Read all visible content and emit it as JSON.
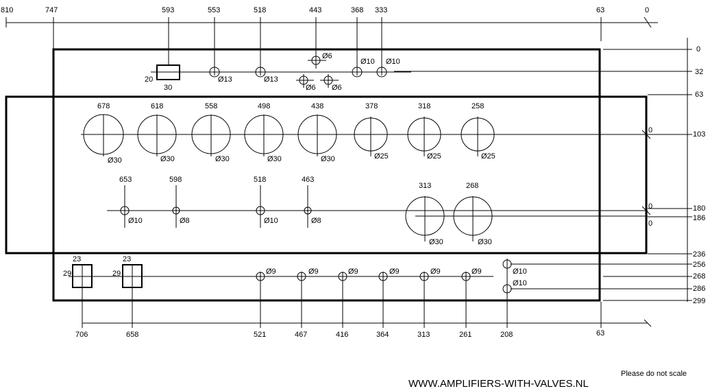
{
  "top_dims": [
    "810",
    "747",
    "593",
    "553",
    "518",
    "443",
    "368",
    "333",
    "63",
    "0"
  ],
  "right_dims": [
    "0",
    "32",
    "63",
    "103",
    "180",
    "186",
    "236",
    "256",
    "268",
    "286",
    "299"
  ],
  "bottom_dims": [
    "706",
    "658",
    "521",
    "467",
    "416",
    "364",
    "313",
    "261",
    "208",
    "63"
  ],
  "rect_labels": [
    "20",
    "30"
  ],
  "top_holes": [
    "Ø13",
    "Ø13",
    "Ø6",
    "Ø6",
    "Ø6",
    "Ø10",
    "Ø10"
  ],
  "valve_positions": [
    "678",
    "618",
    "558",
    "498",
    "438",
    "378",
    "318",
    "258"
  ],
  "valve_diams": [
    "Ø30",
    "Ø30",
    "Ø30",
    "Ø30",
    "Ø30",
    "Ø25",
    "Ø25",
    "Ø25"
  ],
  "small_positions": [
    "653",
    "598",
    "518",
    "463",
    "313",
    "268"
  ],
  "small_diams": [
    "Ø10",
    "Ø8",
    "Ø10",
    "Ø8",
    "Ø30",
    "Ø30"
  ],
  "zero_marks": [
    "0",
    "0",
    "0"
  ],
  "bottom_rect_labels": [
    "23",
    "29",
    "23",
    "29"
  ],
  "bottom_holes": [
    "Ø9",
    "Ø9",
    "Ø9",
    "Ø9",
    "Ø9",
    "Ø9",
    "Ø10",
    "Ø10"
  ],
  "note": "Please do not scale",
  "footer": "WWW.AMPLIFIERS-WITH-VALVES.NL"
}
